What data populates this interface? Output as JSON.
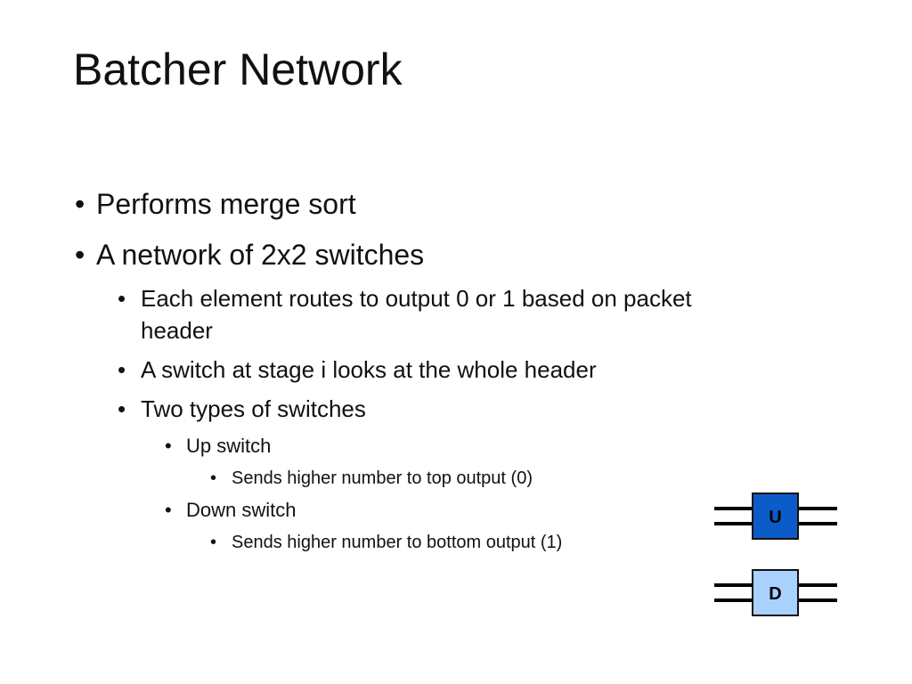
{
  "slide": {
    "title": "Batcher Network",
    "bullets": [
      {
        "level": 1,
        "text": "Performs merge sort"
      },
      {
        "level": 1,
        "text": "A network of 2x2 switches"
      },
      {
        "level": 2,
        "text": "Each element routes to output 0 or 1 based on packet",
        "continuation": "header"
      },
      {
        "level": 2,
        "text": "A switch at stage i looks at the whole header"
      },
      {
        "level": 2,
        "text": "Two types of switches"
      },
      {
        "level": 3,
        "text": "Up switch"
      },
      {
        "level": 4,
        "text": "Sends higher number to top output (0)"
      },
      {
        "level": 3,
        "text": "Down switch"
      },
      {
        "level": 4,
        "text": "Sends higher number to bottom output (1)"
      }
    ],
    "bullet_glyph": "•",
    "diagram": {
      "switches": [
        {
          "label": "U",
          "fill": "#0b5cc8"
        },
        {
          "label": "D",
          "fill": "#a9d2ff"
        }
      ],
      "line_color": "#000000"
    }
  }
}
